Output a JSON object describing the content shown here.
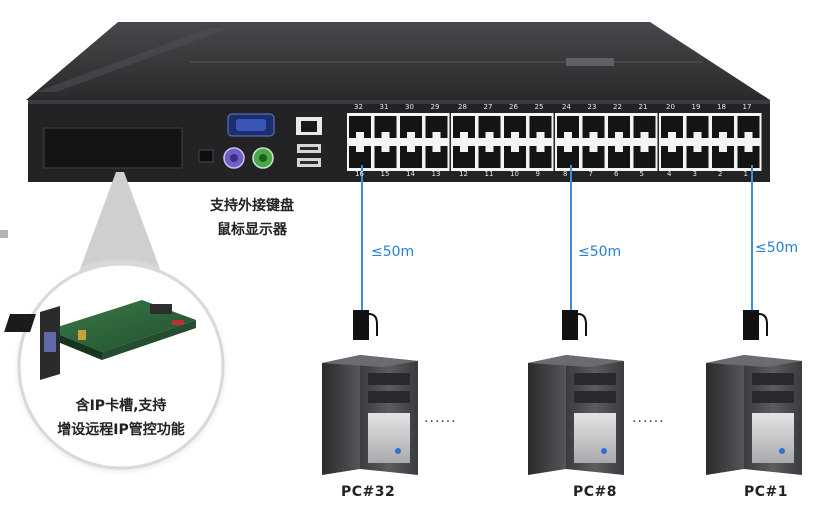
{
  "kvm_switch": {
    "port_numbers_top": [
      "32",
      "31",
      "30",
      "29",
      "28",
      "27",
      "26",
      "25",
      "24",
      "23",
      "22",
      "21",
      "20",
      "19",
      "18",
      "17"
    ],
    "port_numbers_bottom": [
      "16",
      "15",
      "14",
      "13",
      "12",
      "11",
      "10",
      "9",
      "8",
      "7",
      "6",
      "5",
      "4",
      "3",
      "2",
      "1"
    ],
    "console_note_lines": [
      "支持外接键盘",
      "鼠标显示器"
    ],
    "card_note_lines": [
      "含IP卡槽,支持",
      "增设远程IP管控功能"
    ]
  },
  "connections": [
    {
      "distance": "≤50m",
      "pc_label": "PC#32"
    },
    {
      "distance": "≤50m",
      "pc_label": "PC#8"
    },
    {
      "distance": "≤50m",
      "pc_label": "PC#1"
    }
  ],
  "ellipsis": [
    "......",
    "......"
  ],
  "colors": {
    "chassis": "#2b2b2d",
    "chassis_top": "#3a3a3c",
    "cable": "#3a8fd8",
    "port_panel": "#f2f2f2"
  }
}
